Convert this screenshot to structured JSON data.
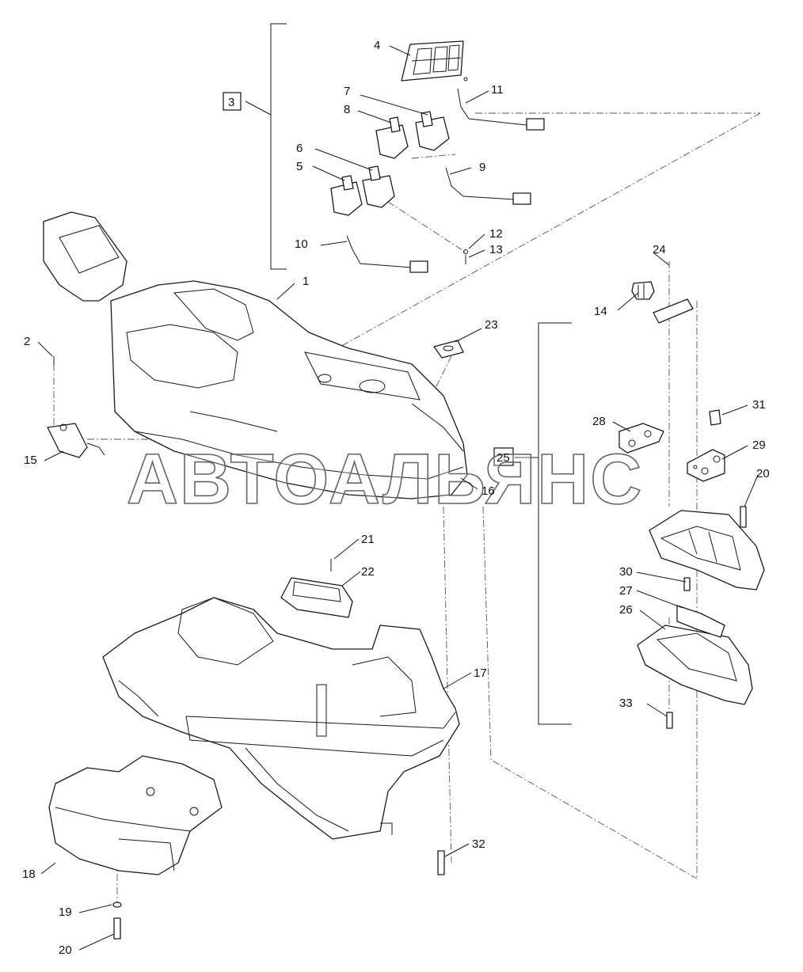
{
  "watermark": "АВТОАЛЬЯНС",
  "callouts": {
    "c1": "1",
    "c2": "2",
    "c3": "3",
    "c4": "4",
    "c5": "5",
    "c6": "6",
    "c7": "7",
    "c8": "8",
    "c9": "9",
    "c10": "10",
    "c11": "11",
    "c12": "12",
    "c13": "13",
    "c14": "14",
    "c15": "15",
    "c16": "16",
    "c17": "17",
    "c18": "18",
    "c19": "19",
    "c20a": "20",
    "c20b": "20",
    "c21": "21",
    "c22": "22",
    "c23": "23",
    "c24": "24",
    "c25": "25",
    "c26": "26",
    "c27": "27",
    "c28": "28",
    "c29": "29",
    "c30": "30",
    "c31": "31",
    "c32": "32",
    "c33": "33"
  }
}
